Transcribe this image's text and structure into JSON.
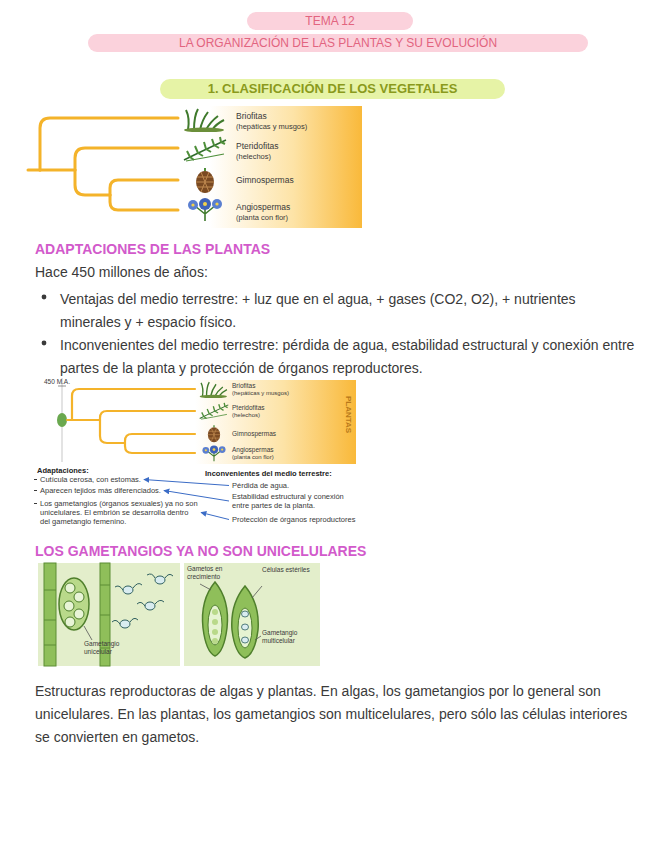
{
  "diagram": {
    "nodes": [
      {
        "text": [
          "TEMA 12"
        ]
      },
      {
        "text": [
          "LA ORGANIZACIÓN DE LAS PLANTAS Y SU EVOLUCIÓN"
        ]
      },
      {
        "text": [
          "1.   CLASIFICACIÓN DE LOS VEGETALES"
        ]
      },
      {
        "text": [
          "Cutícula cerosa, con estomas."
        ]
      },
      {
        "text": [
          "Aparecen tejidos más diferenciados."
        ]
      },
      {
        "text": [
          "Los gametangios (órganos sexuales) ya no son unicelulares. El embrión se desarrolla dentro del gametangio femenino."
        ]
      },
      {
        "text": [
          "Pérdida de agua."
        ]
      },
      {
        "text": [
          "Estabilidad estructural y conexión entre partes de la planta."
        ]
      },
      {
        "text": [
          "Protección de órganos reproductores"
        ]
      }
    ],
    "edges": [
      {
        "from": 6,
        "to": 3,
        "arrow": "to"
      },
      {
        "from": 7,
        "to": 4,
        "arrow": "to"
      },
      {
        "from": 8,
        "to": 5,
        "arrow": "to"
      }
    ],
    "labels": [
      "Briofitas",
      "(hepáticas y musgos)",
      "Pteridofitas",
      "(helechos)",
      "Gimnospermas",
      "Angiospermas",
      "(planta con flor)",
      "ADAPTACIONES DE LAS PLANTAS",
      "Hace 450 millones de años:",
      "Ventajas del medio terrestre: + luz que en el agua, + gases (CO2, O2), + nutrientes minerales y + espacio físico.",
      "Inconvenientes del medio terrestre: pérdida de agua, estabilidad estructural y conexión entre partes de la planta y protección de órganos reproductores.",
      "450 M.A.",
      "Briofitas",
      "(hepáticas y musgos)",
      "Pteridofitas",
      "(helechos)",
      "Gimnospermas",
      "Angiospermas",
      "(planta con flor)",
      "PLANTAS",
      "Adaptaciones:",
      "Inconvenientes del medio terrestre:",
      "LOS GAMETANGIOS YA NO SON UNICELULARES",
      "Gametos en crecimiento",
      "Células estériles",
      "Gametangio unicelular",
      "Gametangio multicelular",
      "Estructuras reproductoras de algas y plantas. En algas, los gametangios por lo general son unicelulares. En las plantas, los gametangios son multicelulares, pero sólo las células interiores se convierten en gametos."
    ]
  }
}
